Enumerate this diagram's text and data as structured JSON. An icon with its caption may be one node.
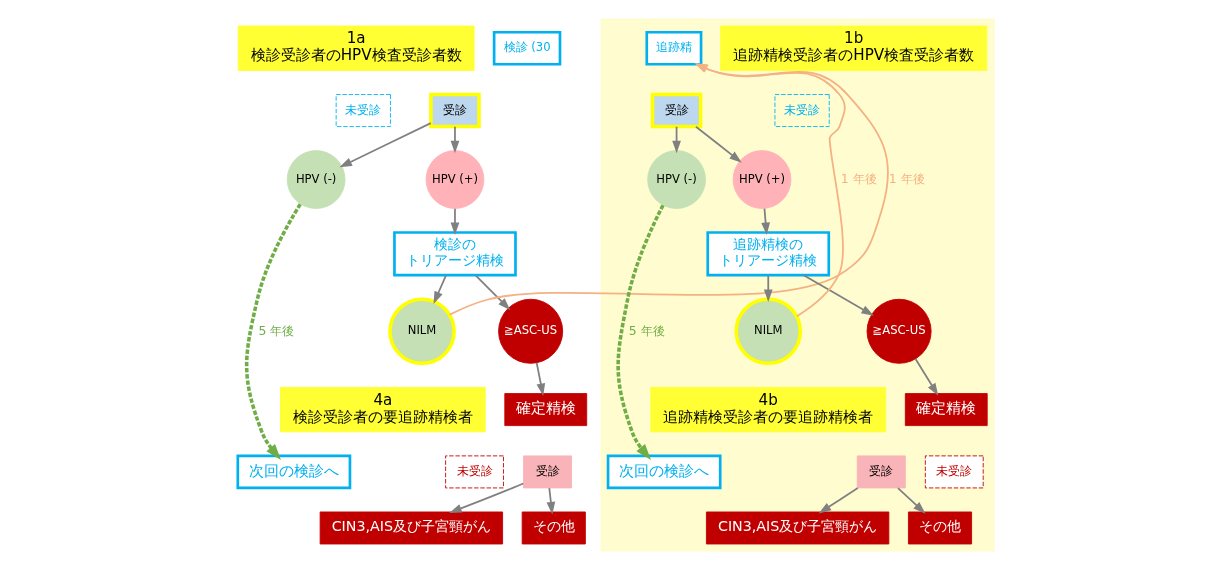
{
  "diagram": {
    "nodes": [
      {
        "text": [
          "検診 (30"
        ]
      },
      {
        "text": [
          "受診"
        ]
      },
      {
        "text": [
          "未受診"
        ]
      },
      {
        "text": [
          "1a",
          "検診受診者のHPV検査受診者数"
        ]
      },
      {
        "text": [
          "HPV (-)"
        ]
      },
      {
        "text": [
          "HPV (+)"
        ]
      },
      {
        "text": [
          "検診の",
          "トリアージ精検"
        ]
      },
      {
        "text": [
          "NILM"
        ]
      },
      {
        "text": [
          "≧ASC-US"
        ]
      },
      {
        "text": [
          "4a",
          "検診受診者の要追跡精検者"
        ]
      },
      {
        "text": [
          "確定精検"
        ]
      },
      {
        "text": [
          "受診"
        ]
      },
      {
        "text": [
          "未受診"
        ]
      },
      {
        "text": [
          "CIN3,AIS及び子宮頸がん"
        ]
      },
      {
        "text": [
          "その他"
        ]
      },
      {
        "text": [
          "次回の検診へ"
        ]
      },
      {
        "text": [],
        "shape": "box"
      },
      {
        "text": [
          "追跡精"
        ],
        "in": 16
      },
      {
        "text": [
          "受診"
        ],
        "in": 16
      },
      {
        "text": [
          "未受診"
        ],
        "in": 16
      },
      {
        "text": [
          "1b",
          "追跡精検受診者のHPV検査受診者数"
        ],
        "in": 16
      },
      {
        "text": [
          "HPV (-)"
        ],
        "in": 16
      },
      {
        "text": [
          "HPV (+)"
        ],
        "in": 16
      },
      {
        "text": [
          "追跡精検の",
          "トリアージ精検"
        ],
        "in": 16
      },
      {
        "text": [
          "NILM"
        ],
        "in": 16
      },
      {
        "text": [
          "≧ASC-US"
        ],
        "in": 16
      },
      {
        "text": [
          "4b",
          "追跡精検受診者の要追跡精検者"
        ],
        "in": 16
      },
      {
        "text": [
          "確定精検"
        ],
        "in": 16
      },
      {
        "text": [
          "受診"
        ],
        "in": 16
      },
      {
        "text": [
          "未受診"
        ],
        "in": 16
      },
      {
        "text": [
          "CIN3,AIS及び子宮頸がん"
        ],
        "in": 16
      },
      {
        "text": [
          "その他"
        ],
        "in": 16
      },
      {
        "text": [
          "次回の検診へ"
        ],
        "in": 16
      }
    ],
    "edges": [
      {
        "from": 1,
        "to": 4,
        "arrow": "to"
      },
      {
        "from": 1,
        "to": 5,
        "arrow": "to"
      },
      {
        "from": 5,
        "to": 6,
        "arrow": "to"
      },
      {
        "from": 6,
        "to": 7,
        "arrow": "to"
      },
      {
        "from": 6,
        "to": 8,
        "arrow": "to"
      },
      {
        "from": 8,
        "to": 10,
        "arrow": "to"
      },
      {
        "from": 11,
        "to": 13,
        "arrow": "to"
      },
      {
        "from": 11,
        "to": 14,
        "arrow": "to"
      },
      {
        "from": 4,
        "to": 15,
        "arrow": "to",
        "label": "5 年後",
        "style": "dashed",
        "color": "#70ad47"
      },
      {
        "from": 7,
        "to": 17,
        "arrow": "to",
        "label": "1 年後",
        "color": "#f4b183"
      },
      {
        "from": 18,
        "to": 21,
        "arrow": "to"
      },
      {
        "from": 18,
        "to": 22,
        "arrow": "to"
      },
      {
        "from": 22,
        "to": 23,
        "arrow": "to"
      },
      {
        "from": 23,
        "to": 24,
        "arrow": "to"
      },
      {
        "from": 23,
        "to": 25,
        "arrow": "to"
      },
      {
        "from": 25,
        "to": 27,
        "arrow": "to"
      },
      {
        "from": 28,
        "to": 30,
        "arrow": "to"
      },
      {
        "from": 28,
        "to": 31,
        "arrow": "to"
      },
      {
        "from": 21,
        "to": 32,
        "arrow": "to",
        "label": "5 年後",
        "style": "dashed",
        "color": "#70ad47"
      },
      {
        "from": 24,
        "to": 17,
        "arrow": "to",
        "label": "1 年後",
        "color": "#f4b183"
      }
    ]
  }
}
